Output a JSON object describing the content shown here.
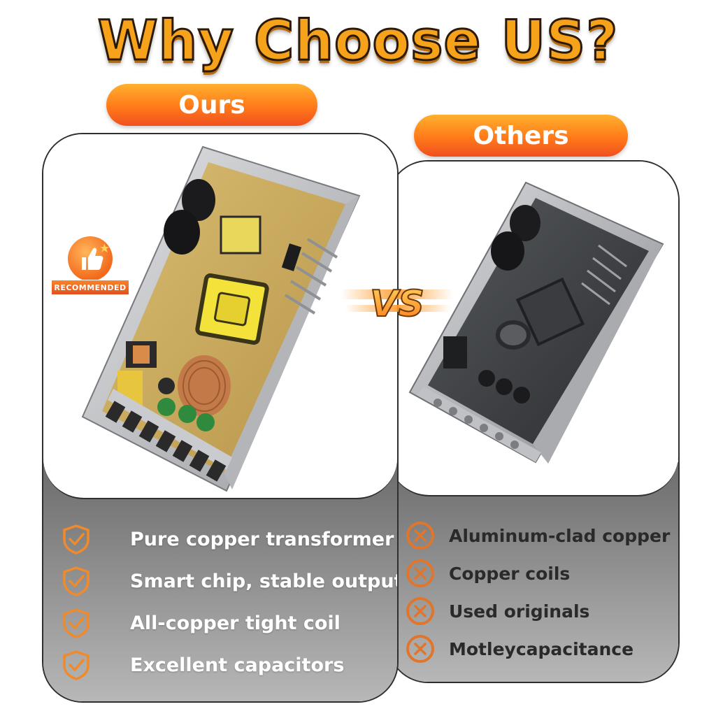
{
  "headline": "Why Choose US?",
  "ours": {
    "label": "Ours",
    "badge_text": "RECOMMENDED",
    "features": [
      "Pure copper transformer",
      "Smart chip, stable output",
      "All-copper tight coil",
      "Excellent capacitors"
    ]
  },
  "versus": "VS",
  "others": {
    "label": "Others",
    "features": [
      "Aluminum-clad copper",
      "Copper coils",
      "Used originals",
      "Motleycapacitance"
    ]
  },
  "colors": {
    "accent_orange": "#ff7a1a",
    "headline_fill": "#f7a21b",
    "panel_gray": "#8e8e8e",
    "pcb_yellow": "#c9a85a"
  }
}
